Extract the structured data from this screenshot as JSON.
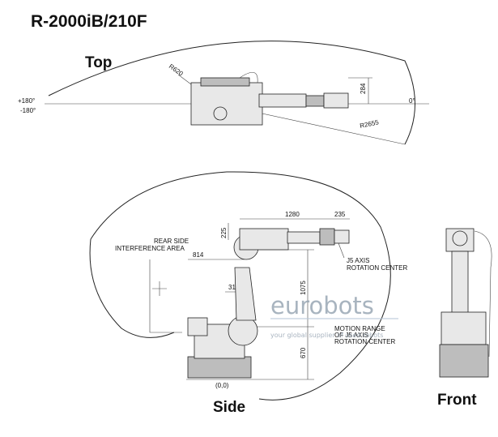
{
  "title": "R-2000iB/210F",
  "views": {
    "top": {
      "label": "Top",
      "angle_pos": "+180°",
      "angle_neg": "-180°",
      "angle_zero": "0°",
      "radius_inner": "R620",
      "radius_outer": "R2655",
      "offset": "284"
    },
    "side": {
      "label": "Side",
      "dim_1280": "1280",
      "dim_235": "235",
      "dim_225": "225",
      "dim_814": "814",
      "dim_312": "312",
      "dim_1075": "1075",
      "dim_670": "670",
      "origin": "(0,0)",
      "rear_area_line1": "REAR SIDE",
      "rear_area_line2": "INTERFERENCE AREA",
      "j5_line1": "J5 AXIS",
      "j5_line2": "ROTATION CENTER",
      "motion_line1": "MOTION RANGE",
      "motion_line2": "OF J5 AXIS",
      "motion_line3": "ROTATION CENTER"
    },
    "front": {
      "label": "Front"
    }
  },
  "watermark": {
    "brand": "eurobots",
    "tagline": "your global supplier of used robots",
    "color": "#9aa7b5"
  }
}
